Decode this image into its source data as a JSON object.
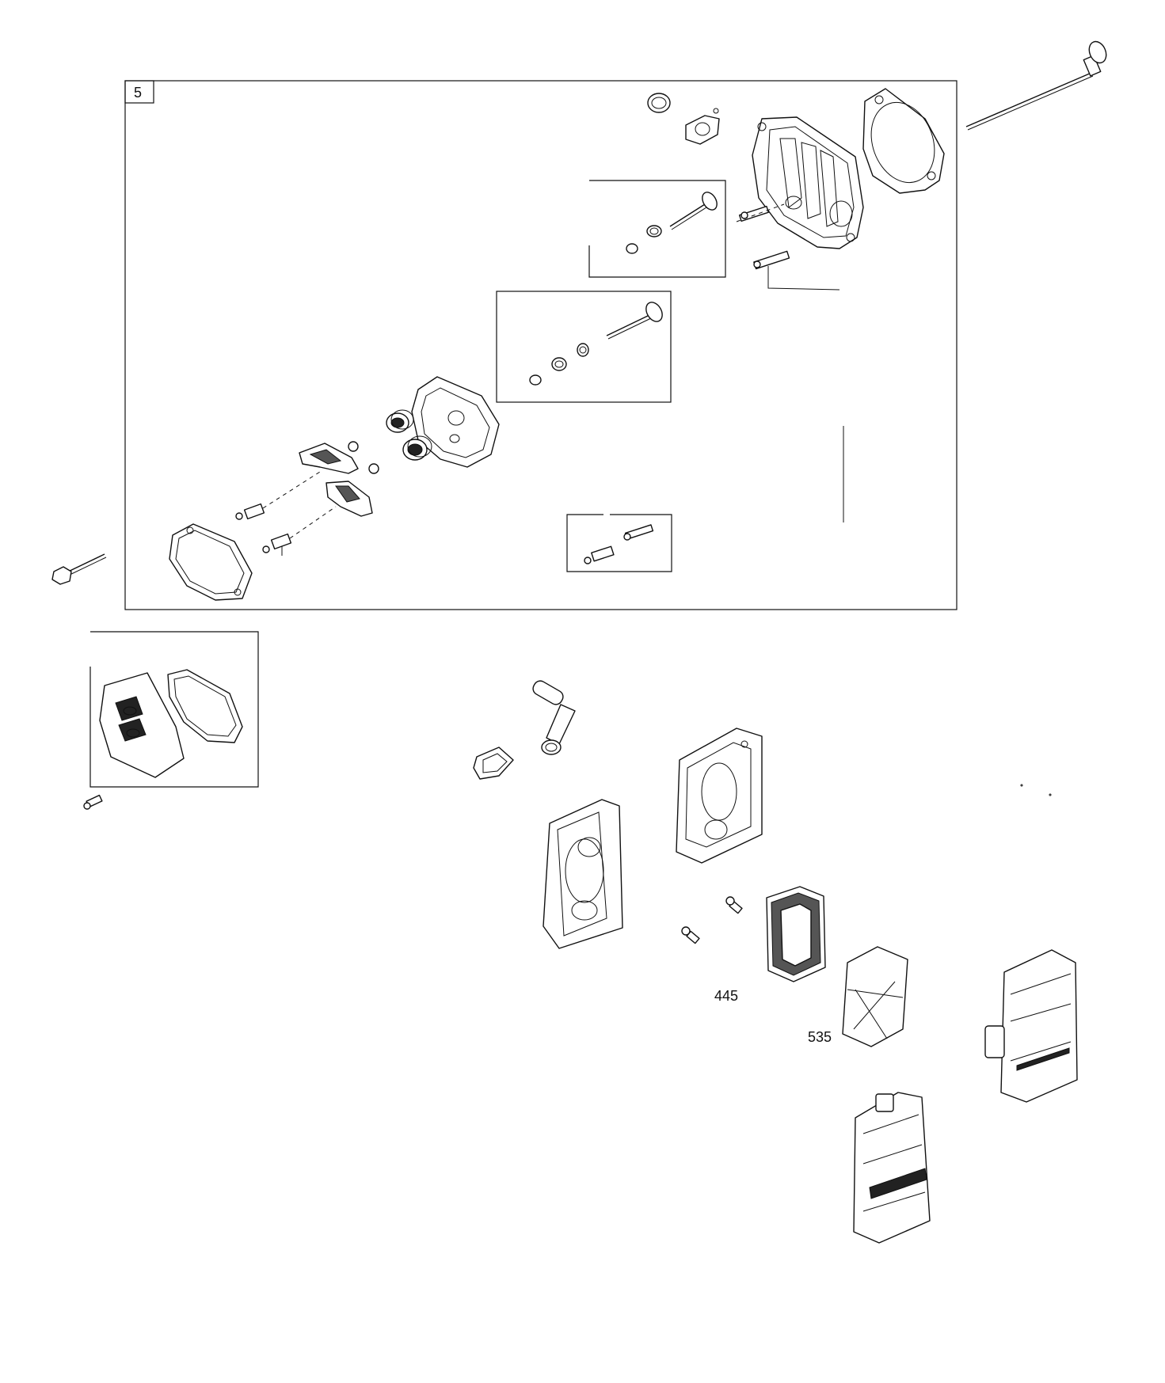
{
  "diagram": {
    "box_number": "5",
    "callouts": [
      {
        "id": "445",
        "text": "445"
      },
      {
        "id": "535",
        "text": "535"
      }
    ]
  }
}
